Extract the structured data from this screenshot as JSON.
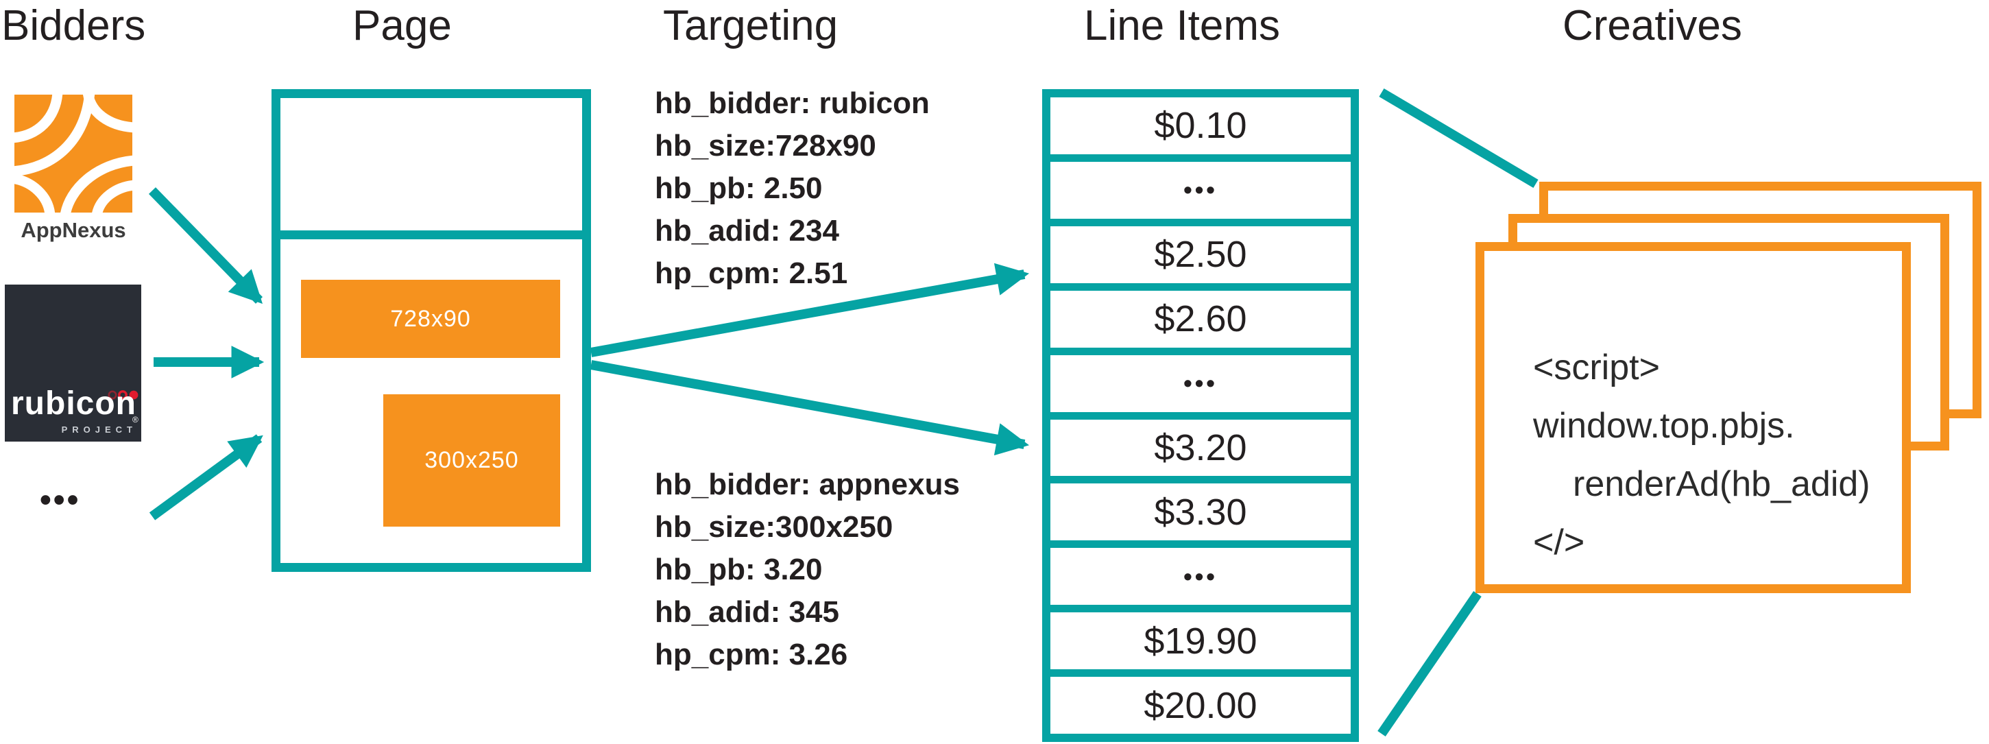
{
  "palette": {
    "teal": "#05A3A3",
    "orange": "#F6921E",
    "ink": "#231F20",
    "rubicon_bg": "#2A2E36",
    "rubicon_red": "#E11B2E",
    "white": "#FFFFFF"
  },
  "columns": {
    "bidders": {
      "title": "Bidders"
    },
    "page": {
      "title": "Page"
    },
    "targeting": {
      "title": "Targeting"
    },
    "line_items": {
      "title": "Line Items"
    },
    "creatives": {
      "title": "Creatives"
    }
  },
  "bidders": {
    "appnexus_label": "AppNexus",
    "rubicon_wordmark": "rubicon",
    "rubicon_reg": "®",
    "rubicon_sub": "PROJECT",
    "more_label": "•••"
  },
  "page": {
    "slots": [
      {
        "label": "728x90"
      },
      {
        "label": "300x250"
      }
    ]
  },
  "targeting": {
    "blocks": [
      {
        "lines": [
          "hb_bidder: rubicon",
          "hb_size:728x90",
          "hb_pb: 2.50",
          "hb_adid: 234",
          "hp_cpm: 2.51"
        ]
      },
      {
        "lines": [
          "hb_bidder: appnexus",
          "hb_size:300x250",
          "hb_pb: 3.20",
          "hb_adid: 345",
          "hp_cpm: 3.26"
        ]
      }
    ]
  },
  "line_items": {
    "rows": [
      "$0.10",
      "•••",
      "$2.50",
      "$2.60",
      "•••",
      "$3.20",
      "$3.30",
      "•••",
      "$19.90",
      "$20.00"
    ]
  },
  "creatives": {
    "script_lines": [
      "<script>",
      "window.top.pbjs.",
      "renderAd(hb_adid)",
      "</>"
    ]
  }
}
